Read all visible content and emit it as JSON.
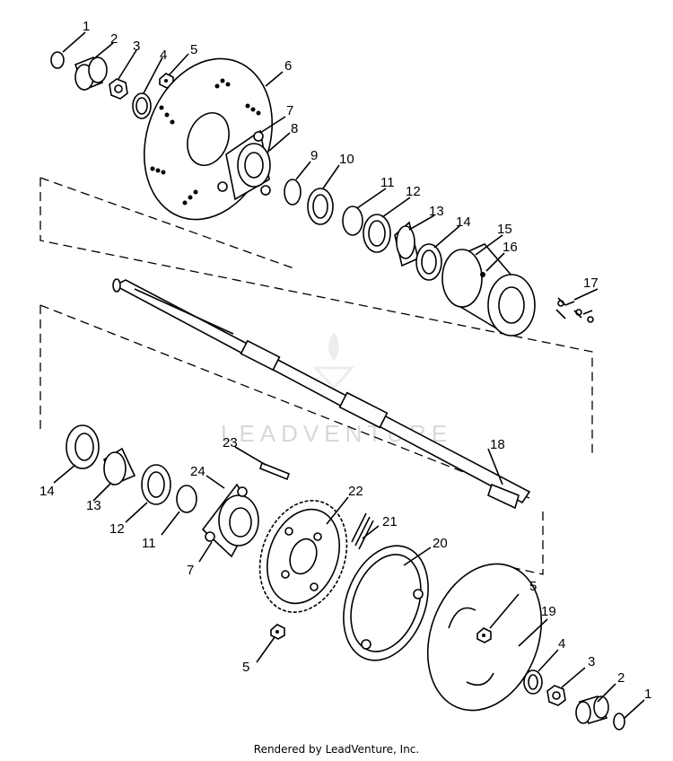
{
  "diagram": {
    "watermark": "LEADVENTURE",
    "credit": "Rendered by LeadVenture, Inc.",
    "callouts": [
      "1",
      "2",
      "3",
      "4",
      "5",
      "6",
      "7",
      "8",
      "9",
      "10",
      "11",
      "12",
      "13",
      "14",
      "15",
      "16",
      "17",
      "18",
      "13",
      "14",
      "12",
      "11",
      "7",
      "24",
      "23",
      "22",
      "21",
      "20",
      "5",
      "19",
      "5",
      "4",
      "3",
      "2",
      "1"
    ]
  }
}
